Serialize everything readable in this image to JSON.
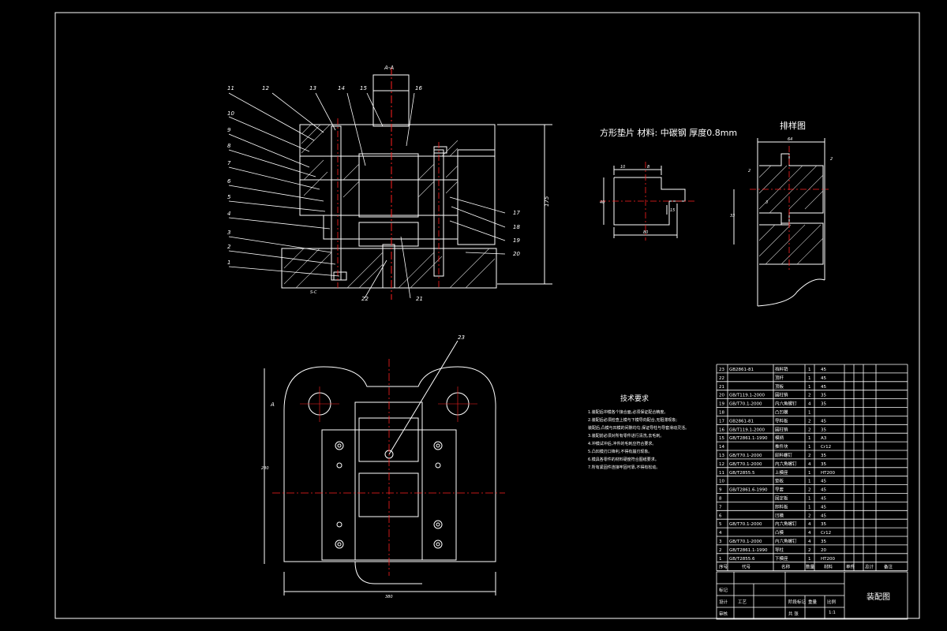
{
  "colors": {
    "background": "#000000",
    "line": "#ffffff",
    "centerline": "#ff2020",
    "hatch": "#c8c8c8",
    "text_label": "#ffffff"
  },
  "section_view": {
    "top_label": "A-A",
    "part_numbers_left": [
      "11",
      "12",
      "13",
      "14",
      "15",
      "16"
    ],
    "part_numbers_side": [
      "10",
      "9",
      "8",
      "7",
      "6",
      "5",
      "4",
      "3",
      "2",
      "1"
    ],
    "part_numbers_right": [
      "17",
      "18",
      "19",
      "20"
    ],
    "part_numbers_bottom": [
      "22",
      "21"
    ],
    "height_dim": "175",
    "base_note": "S-C"
  },
  "part_drawing": {
    "caption": "方形垫片  材料: 中碳钢  厚度0.8mm",
    "dims": [
      "10",
      "8",
      "40",
      "80",
      "15"
    ]
  },
  "strip_layout": {
    "title": "排样图",
    "dims": [
      "64",
      "2",
      "2",
      "3",
      "33"
    ]
  },
  "plan_view": {
    "callout": "23",
    "section_mark": "A",
    "width_dim": "380",
    "height_dim": "280"
  },
  "tech_requirements": {
    "title": "技术要求",
    "lines": [
      "1.装配后冲模各个接合面,必须保证配合精度。",
      "2.装配后必须检查上模与下模导向配合,无阻滞现象;",
      "  装配后,凸模与凹模的间隙均匀,保证导柱与导套滑动灵活。",
      "3.装配前必须对所有零件进行清洗,去毛刺。",
      "4.冲模试冲后,冲件的毛刺应符合要求。",
      "5.凸凹模刃口锋利,不得有崩刃现象。",
      "6.模具各零件的材料硬度符合图纸要求。",
      "7.所有紧固件连接牢固可靠,不得有松动。"
    ]
  },
  "bom": {
    "rows": [
      {
        "no": "23",
        "code": "GB2861-81",
        "name": "挡料销",
        "qty": "1",
        "mat": "45",
        "note": ""
      },
      {
        "no": "22",
        "code": "",
        "name": "顶杆",
        "qty": "1",
        "mat": "45",
        "note": ""
      },
      {
        "no": "21",
        "code": "",
        "name": "顶板",
        "qty": "1",
        "mat": "45",
        "note": ""
      },
      {
        "no": "20",
        "code": "GB/T119.1-2000",
        "name": "圆柱销",
        "qty": "2",
        "mat": "35",
        "note": ""
      },
      {
        "no": "19",
        "code": "GB/T70.1-2000",
        "name": "内六角螺钉",
        "qty": "4",
        "mat": "35",
        "note": ""
      },
      {
        "no": "18",
        "code": "",
        "name": "凸凹模",
        "qty": "1",
        "mat": "",
        "note": ""
      },
      {
        "no": "17",
        "code": "GB2861-81",
        "name": "导料板",
        "qty": "2",
        "mat": "45",
        "note": ""
      },
      {
        "no": "16",
        "code": "GB/T119.1-2000",
        "name": "圆柱销",
        "qty": "2",
        "mat": "35",
        "note": ""
      },
      {
        "no": "15",
        "code": "GB/T2861.1-1990",
        "name": "模柄",
        "qty": "1",
        "mat": "A3",
        "note": ""
      },
      {
        "no": "14",
        "code": "",
        "name": "推件块",
        "qty": "1",
        "mat": "Cr12",
        "note": ""
      },
      {
        "no": "13",
        "code": "GB/T70.1-2000",
        "name": "卸料螺钉",
        "qty": "2",
        "mat": "35",
        "note": ""
      },
      {
        "no": "12",
        "code": "GB/T70.1-2000",
        "name": "内六角螺钉",
        "qty": "4",
        "mat": "35",
        "note": ""
      },
      {
        "no": "11",
        "code": "GB/T2855.5",
        "name": "上模座",
        "qty": "1",
        "mat": "HT200",
        "note": ""
      },
      {
        "no": "10",
        "code": "",
        "name": "垫板",
        "qty": "1",
        "mat": "45",
        "note": ""
      },
      {
        "no": "9",
        "code": "GB/T2861.6-1990",
        "name": "导套",
        "qty": "2",
        "mat": "45",
        "note": ""
      },
      {
        "no": "8",
        "code": "",
        "name": "固定板",
        "qty": "1",
        "mat": "45",
        "note": ""
      },
      {
        "no": "7",
        "code": "",
        "name": "卸料板",
        "qty": "1",
        "mat": "45",
        "note": ""
      },
      {
        "no": "6",
        "code": "",
        "name": "凹模",
        "qty": "2",
        "mat": "45",
        "note": ""
      },
      {
        "no": "5",
        "code": "GB/T70.1-2000",
        "name": "内六角螺钉",
        "qty": "4",
        "mat": "35",
        "note": ""
      },
      {
        "no": "4",
        "code": "",
        "name": "凸模",
        "qty": "4",
        "mat": "Cr12",
        "note": ""
      },
      {
        "no": "3",
        "code": "GB/T70.1-2000",
        "name": "内六角螺钉",
        "qty": "4",
        "mat": "35",
        "note": ""
      },
      {
        "no": "2",
        "code": "GB/T2861.1-1990",
        "name": "导柱",
        "qty": "2",
        "mat": "20",
        "note": ""
      },
      {
        "no": "1",
        "code": "GB/T2855.6",
        "name": "下模座",
        "qty": "1",
        "mat": "HT200",
        "note": ""
      }
    ],
    "header": {
      "no": "序号",
      "code": "代号",
      "name": "名称",
      "qty": "数量",
      "mat": "材料",
      "weight1": "单件",
      "weight2": "总计",
      "note": "备注"
    },
    "title_block": {
      "drawing_name": "装配图",
      "scale_label": "比例",
      "scale": "1:1",
      "sheet_label": "共  张",
      "row_labels": [
        "标记",
        "设计",
        "审核",
        "工艺"
      ],
      "stage": "阶段标记",
      "weight_label": "重量"
    }
  }
}
